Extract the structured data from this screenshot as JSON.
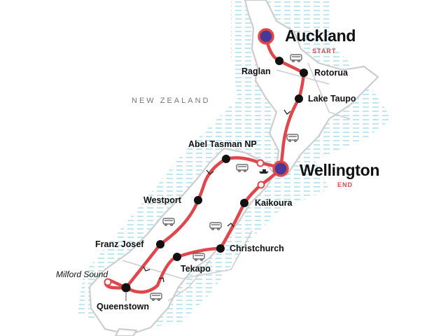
{
  "map": {
    "country_label": "NEW ZEALAND",
    "colors": {
      "route": "#e0474c",
      "endpoint": "#4a3994",
      "land_outline": "#cfcfcf",
      "water": "#9fd9e6",
      "stop": "#111111"
    },
    "endpoints": [
      {
        "name": "Auckland",
        "tag": "START"
      },
      {
        "name": "Wellington",
        "tag": "END"
      }
    ],
    "stops": [
      "Raglan",
      "Rotorua",
      "Lake Taupo",
      "Abel Tasman NP",
      "Westport",
      "Franz Josef",
      "Queenstown",
      "Tekapo",
      "Christchurch",
      "Kaikoura"
    ],
    "side_trip": "Milford Sound",
    "icons": [
      "bus-icon",
      "ferry-icon",
      "direction-arrow-icon"
    ]
  }
}
